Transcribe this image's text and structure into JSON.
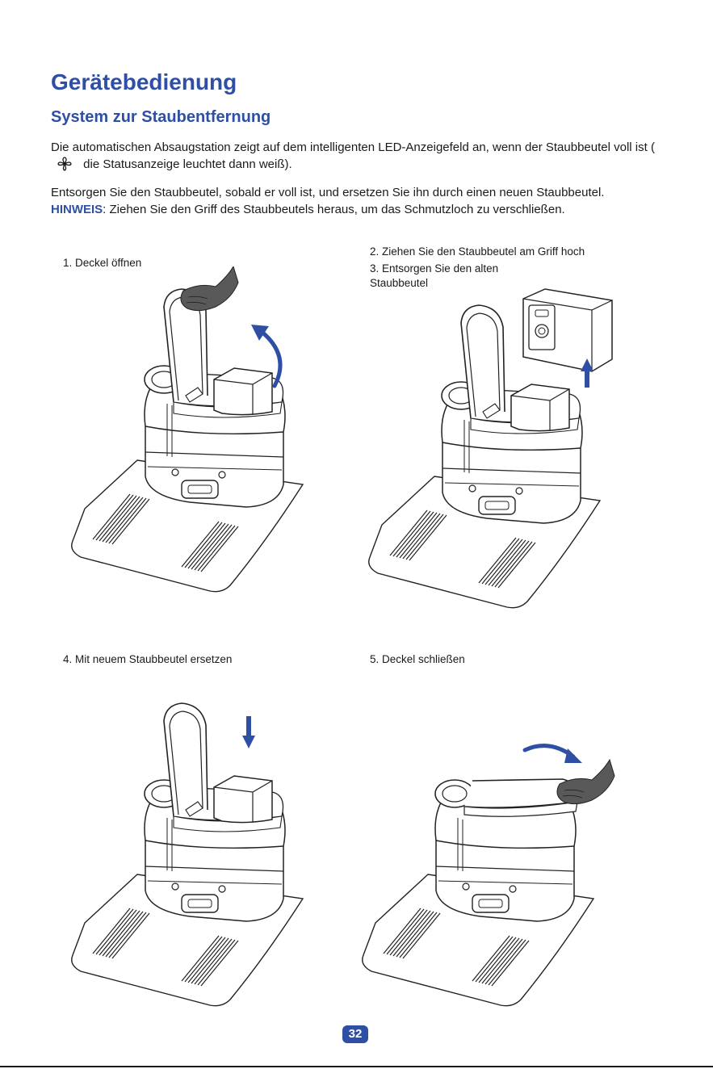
{
  "heading": "Gerätebedienung",
  "subheading": "System zur Staubentfernung",
  "paragraph1": {
    "before_icon": "Die automatischen Absaugstation zeigt auf dem intelligenten LED-Anzeigefeld an, wenn der Staubbeutel voll ist (",
    "icon": "fan-icon",
    "after_icon": "die Statusanzeige leuchtet dann weiß)."
  },
  "paragraph2": "Entsorgen Sie den Staubbeutel, sobald er voll ist, und ersetzen Sie ihn durch einen neuen Staubbeutel.",
  "note": {
    "label": "HINWEIS",
    "text": ": Ziehen Sie den Griff des Staubbeutels heraus, um das Schmutzloch zu verschließen."
  },
  "steps": [
    {
      "caption": "1. Deckel öffnen",
      "arrow": "curved-up"
    },
    {
      "caption": "2. Ziehen Sie den Staubbeutel am Griff hoch",
      "arrow": "up"
    },
    {
      "caption": "3. Entsorgen Sie den alten Staubbeutel"
    },
    {
      "caption": "4. Mit neuem Staubbeutel ersetzen",
      "arrow": "down"
    },
    {
      "caption": "5. Deckel schließen",
      "arrow": "curved-right"
    }
  ],
  "page_number": "32",
  "colors": {
    "accent": "#2e4fa3",
    "text": "#1a1a1a",
    "line": "#222222"
  }
}
